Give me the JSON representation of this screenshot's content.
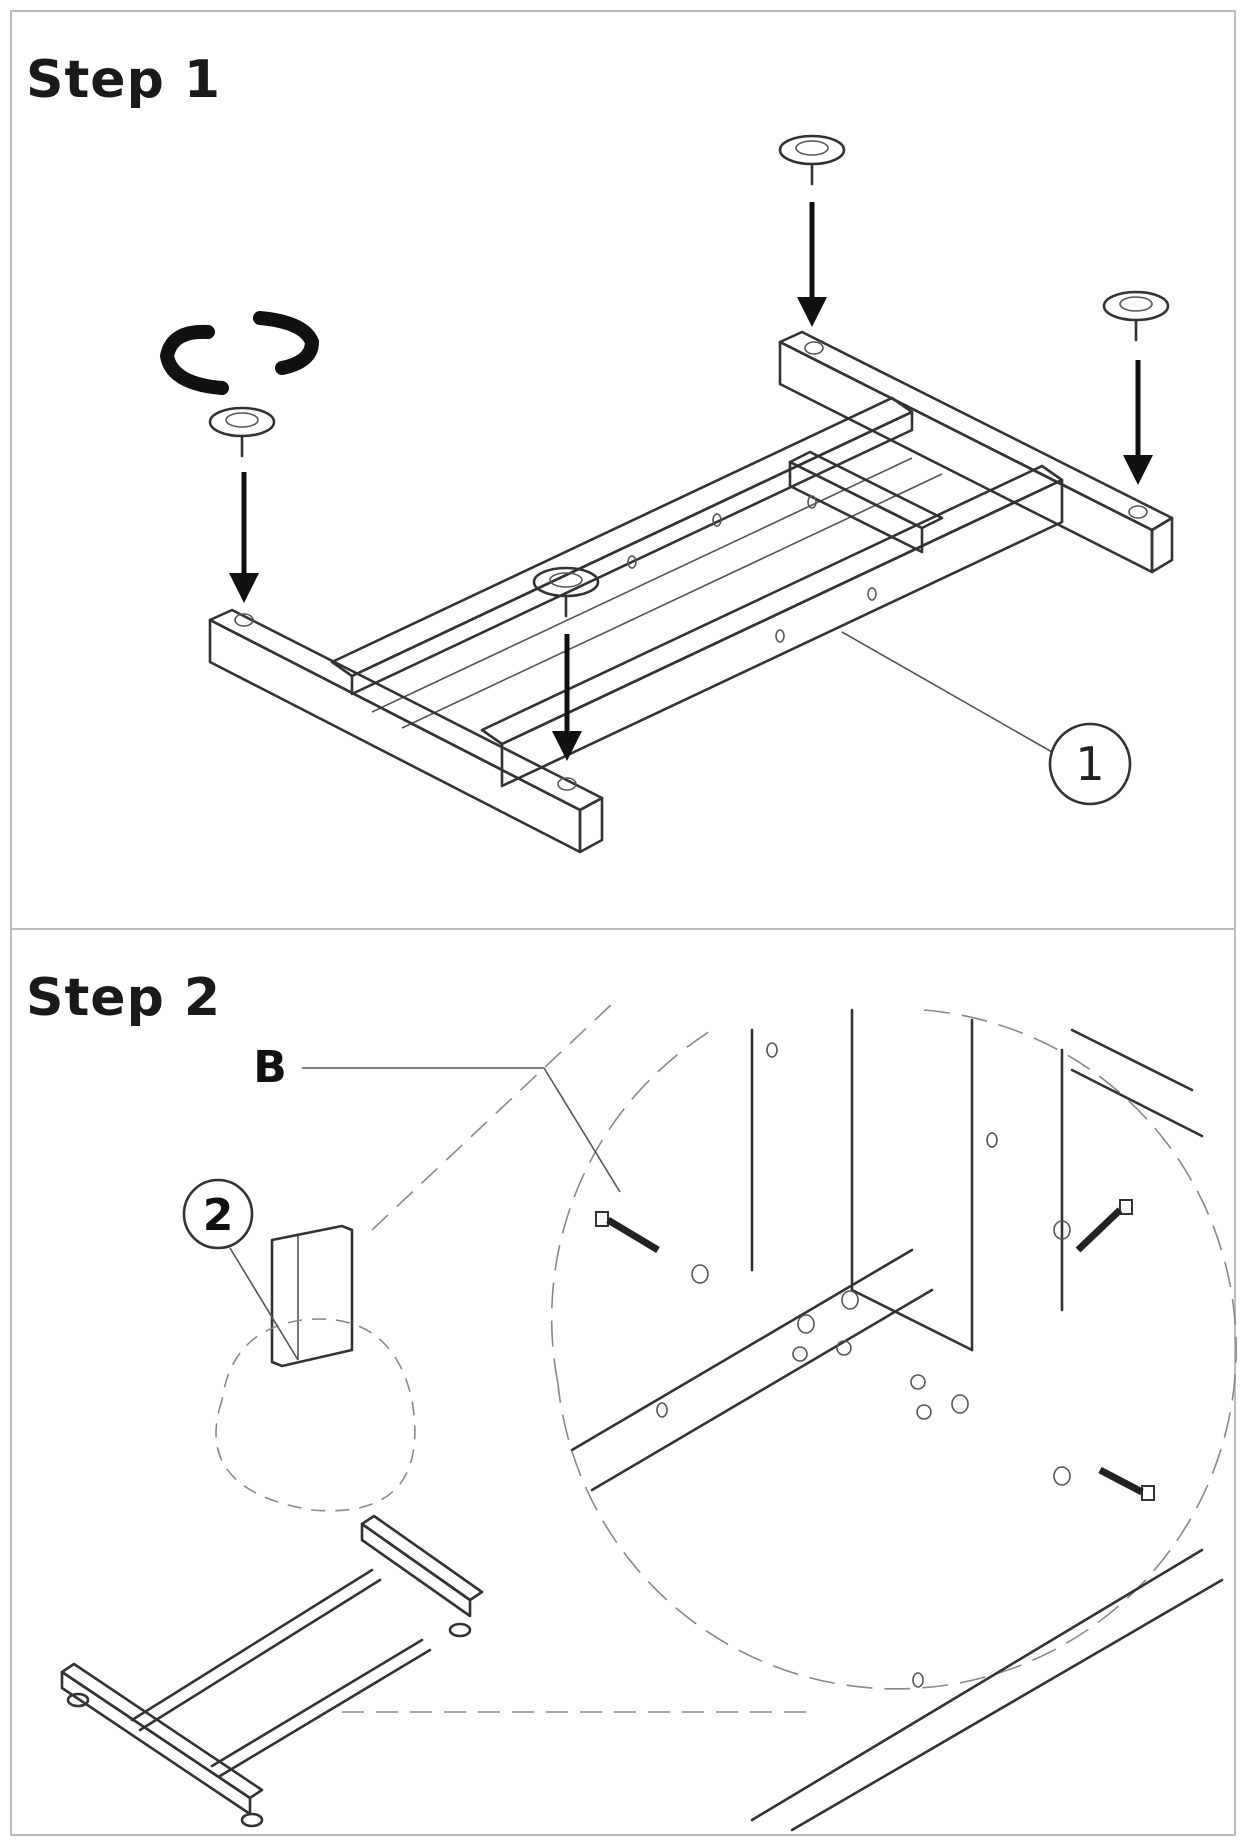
{
  "steps": [
    {
      "title": "Step 1"
    },
    {
      "title": "Step 2"
    }
  ],
  "callouts": {
    "part_1": "1",
    "part_2": "2",
    "bolt_B": "B"
  }
}
